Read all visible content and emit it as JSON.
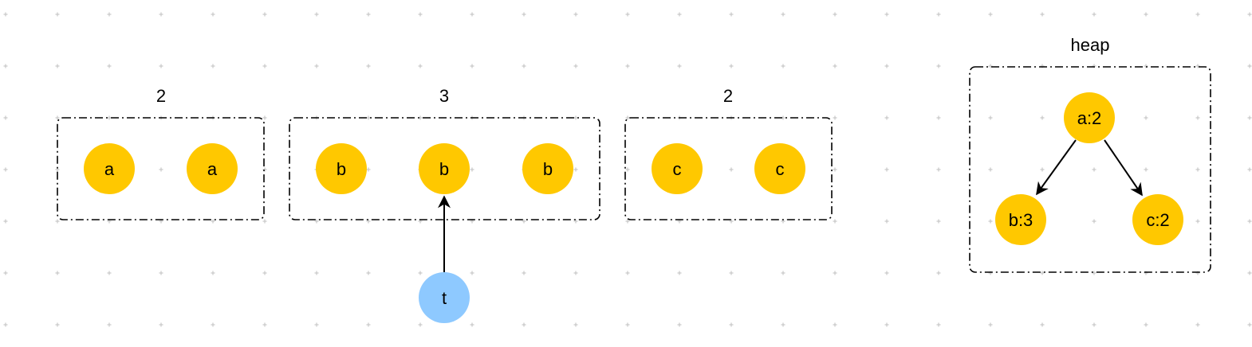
{
  "colors": {
    "background": "#ffffff",
    "grid_dot": "#c8c8c8",
    "node_fill": "#ffc800",
    "pointer_fill": "#8ec9ff",
    "box_stroke": "#000000",
    "arrow": "#000000"
  },
  "groups": [
    {
      "count_label": "2",
      "nodes": [
        "a",
        "a"
      ]
    },
    {
      "count_label": "3",
      "nodes": [
        "b",
        "b",
        "b"
      ]
    },
    {
      "count_label": "2",
      "nodes": [
        "c",
        "c"
      ]
    }
  ],
  "pointer": {
    "label": "t"
  },
  "heap": {
    "title": "heap",
    "root": "a:2",
    "left": "b:3",
    "right": "c:2"
  }
}
